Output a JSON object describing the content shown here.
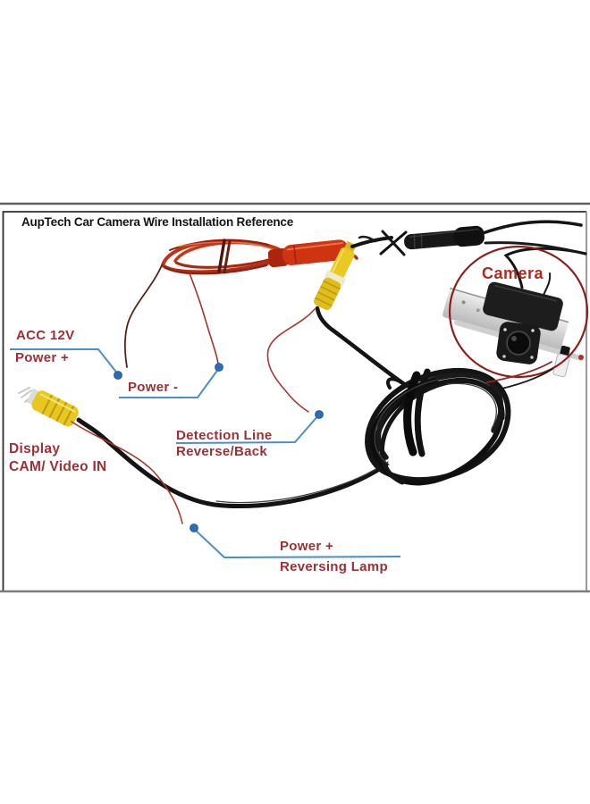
{
  "title": "AupTech Car Camera Wire Installation Reference",
  "labels": {
    "acc": {
      "line1": "ACC 12V",
      "line2": "Power +"
    },
    "power_minus": "Power -",
    "detection": {
      "line1": "Detection Line",
      "line2": "Reverse/Back"
    },
    "display": {
      "line1": "Display",
      "line2": "CAM/ Video IN"
    },
    "reversing": {
      "line1": "Power +",
      "line2": "Reversing Lamp"
    },
    "camera": "Camera"
  },
  "colors": {
    "label_red": "#9b3036",
    "camera_label_red": "#ad2c20",
    "leader_blue": "#4b8ecb",
    "dot_blue": "#2e6db6",
    "power_cable_red": "#c0331a",
    "rca_yellow": "#e8c722",
    "cable_black": "#151515",
    "callout_circle_maroon": "#8c1f1c",
    "frame_gray": "#2e2e2e"
  }
}
